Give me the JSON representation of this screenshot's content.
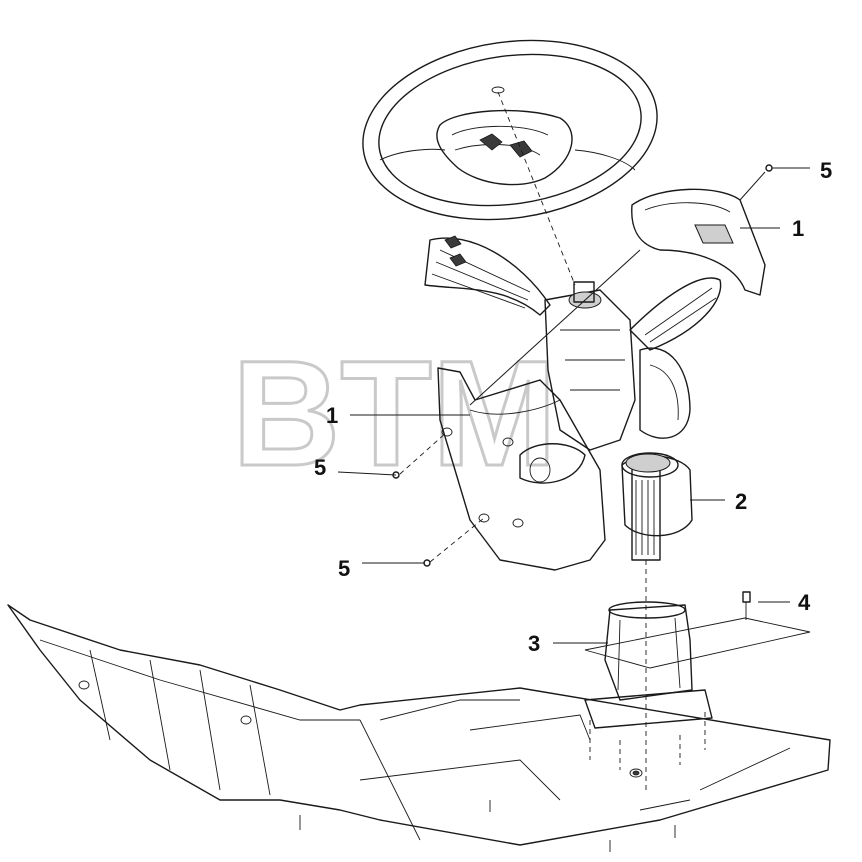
{
  "watermark": {
    "text": "BTM"
  },
  "callouts": [
    {
      "id": "callout-5-top",
      "label": "5"
    },
    {
      "id": "callout-1-right",
      "label": "1"
    },
    {
      "id": "callout-1-left",
      "label": "1"
    },
    {
      "id": "callout-5-mid",
      "label": "5"
    },
    {
      "id": "callout-2",
      "label": "2"
    },
    {
      "id": "callout-5-low",
      "label": "5"
    },
    {
      "id": "callout-4",
      "label": "4"
    },
    {
      "id": "callout-3",
      "label": "3"
    }
  ],
  "colors": {
    "line": "#1a1a1a",
    "watermark": "#b8b8b8",
    "background": "#ffffff"
  }
}
